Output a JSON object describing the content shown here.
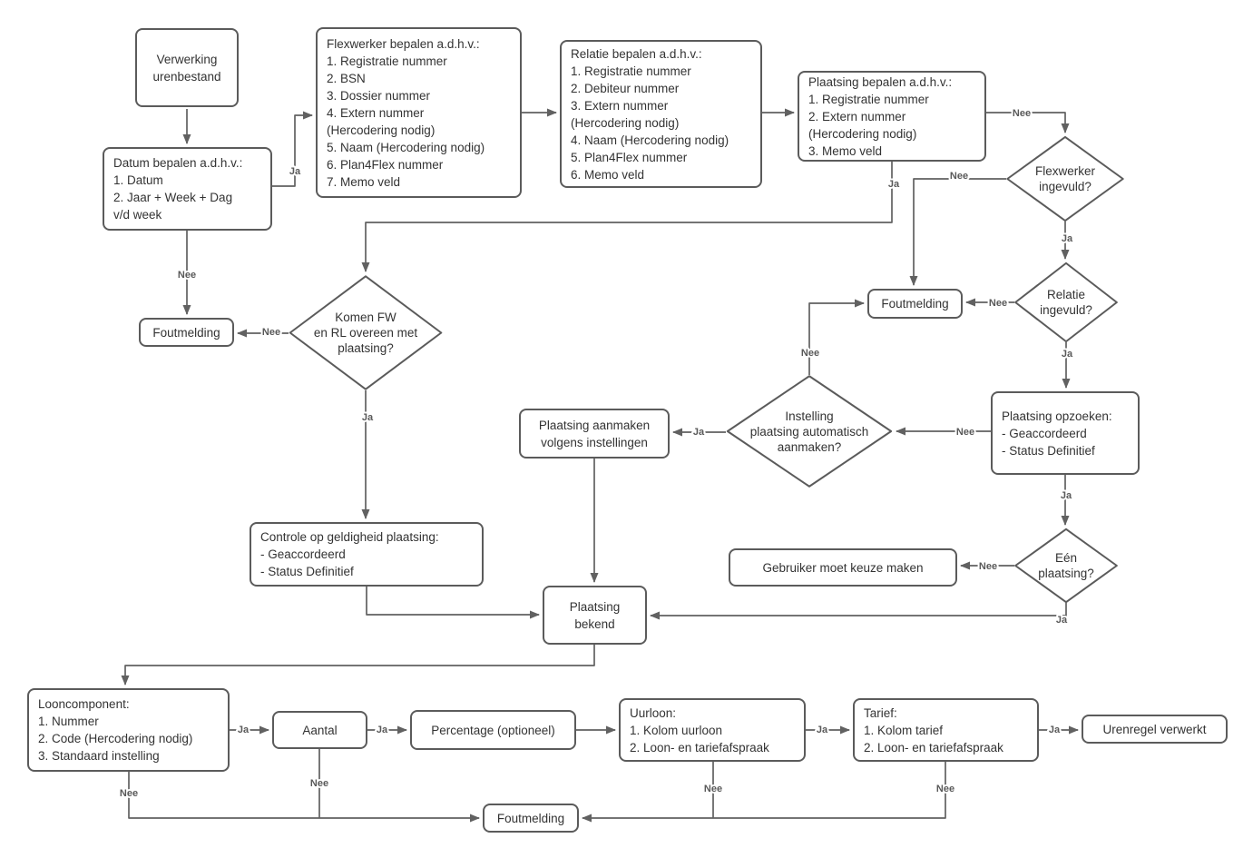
{
  "diagram": {
    "type": "flowchart",
    "language": "nl",
    "colors": {
      "background": "#ffffff",
      "node_fill": "#ffffff",
      "node_border": "#5b5b5b",
      "edge_line": "#616161",
      "node_text": "#333333",
      "edge_label_text": "#595959"
    },
    "nodes": {
      "verwerking": "Verwerking\nurenbestand",
      "datum": "Datum bepalen a.d.h.v.:\n1. Datum\n2. Jaar + Week + Dag\nv/d week",
      "flexwerker": "Flexwerker bepalen a.d.h.v.:\n1. Registratie nummer\n2. BSN\n3. Dossier nummer\n4. Extern nummer\n(Hercodering nodig)\n5. Naam (Hercodering nodig)\n6. Plan4Flex nummer\n7. Memo veld",
      "relatie": "Relatie bepalen a.d.h.v.:\n1. Registratie nummer\n2. Debiteur nummer\n3. Extern nummer\n(Hercodering nodig)\n4. Naam (Hercodering nodig)\n5. Plan4Flex nummer\n6. Memo veld",
      "plaatsing_bepalen": "Plaatsing bepalen a.d.h.v.:\n1. Registratie nummer\n2. Extern nummer\n(Hercodering nodig)\n3. Memo veld",
      "flexwerker_ingevuld": "Flexwerker\ningevuld?",
      "relatie_ingevuld": "Relatie\ningevuld?",
      "foutmelding_right": "Foutmelding",
      "foutmelding_left": "Foutmelding",
      "komen_fw": "Komen FW\nen RL overeen met\nplaatsing?",
      "plaatsing_opzoeken": "Plaatsing opzoeken:\n- Geaccordeerd\n- Status Definitief",
      "instelling": "Instelling\nplaatsing automatisch\naanmaken?",
      "plaatsing_aanmaken": "Plaatsing aanmaken\nvolgens instellingen",
      "een_plaatsing": "Eén\nplaatsing?",
      "gebruiker": "Gebruiker moet keuze maken",
      "controle": "Controle op geldigheid plaatsing:\n- Geaccordeerd\n- Status Definitief",
      "plaatsing_bekend": "Plaatsing\nbekend",
      "looncomponent": "Looncomponent:\n1. Nummer\n2. Code (Hercodering nodig)\n3. Standaard instelling",
      "aantal": "Aantal",
      "percentage": "Percentage (optioneel)",
      "uurloon": "Uurloon:\n1. Kolom uurloon\n2. Loon- en tariefafspraak",
      "tarief": "Tarief:\n1. Kolom tarief\n2. Loon- en tariefafspraak",
      "urenregel": "Urenregel verwerkt",
      "foutmelding_bottom": "Foutmelding"
    },
    "edge_labels": {
      "datum_to_flexwerker_ja": "Ja",
      "plaatsing_to_flexdiamond_nee": "Nee",
      "plaatsing_to_komen_ja": "Ja",
      "flexdiamond_to_fout_nee": "Nee",
      "flexdiamond_to_relatie_ja": "Ja",
      "relatiediamond_to_fout_nee": "Nee",
      "relatiediamond_to_opzoeken_ja": "Ja",
      "opzoeken_to_instelling_nee": "Nee",
      "opzoeken_to_een_ja": "Ja",
      "instelling_to_fout_nee": "Nee",
      "instelling_to_aanmaken_ja": "Ja",
      "een_to_gebruiker_nee": "Nee",
      "een_to_bekend_ja": "Ja",
      "komen_to_fout_nee": "Nee",
      "datum_to_fout_nee": "Nee",
      "komen_to_controle_ja": "Ja",
      "loon_to_aantal_ja": "Ja",
      "aantal_to_percentage_ja": "Ja",
      "uurloon_to_tarief_ja": "Ja",
      "tarief_to_urenregel_ja": "Ja",
      "loon_to_fout_nee": "Nee",
      "aantal_to_fout_nee": "Nee",
      "uurloon_to_fout_nee": "Nee",
      "tarief_to_fout_nee": "Nee"
    }
  }
}
